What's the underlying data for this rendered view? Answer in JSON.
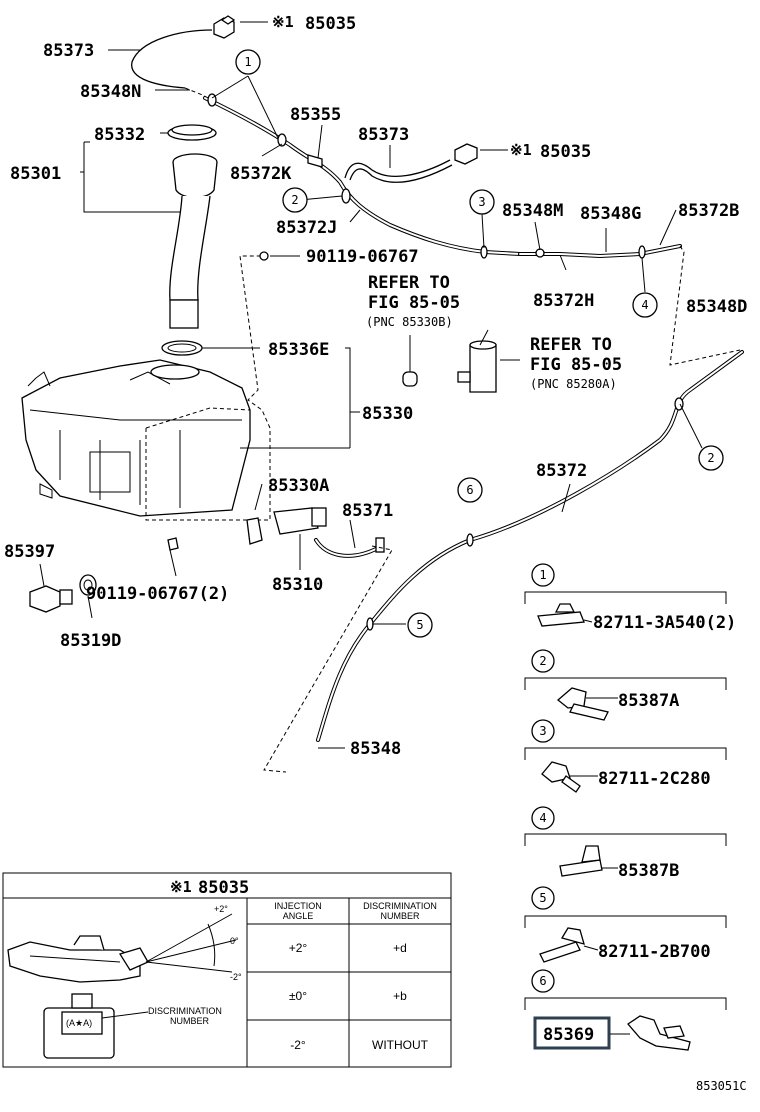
{
  "labels": {
    "p85035_top": "85035",
    "p85035_right": "85035",
    "mark_top": "※1",
    "mark_right": "※1",
    "p85373_top": "85373",
    "p85348N": "85348N",
    "p85355": "85355",
    "p85373_mid": "85373",
    "p85332": "85332",
    "p85301": "85301",
    "p85372K": "85372K",
    "p85372J": "85372J",
    "p85348M": "85348M",
    "p85348G": "85348G",
    "p85372B": "85372B",
    "p90119_top": "90119-06767",
    "p85372H": "85372H",
    "p85348D": "85348D",
    "refer1_line1": "REFER TO",
    "refer1_line2": "FIG 85-05",
    "refer1_line3": "(PNC 85330B)",
    "refer2_line1": "REFER TO",
    "refer2_line2": "FIG 85-05",
    "refer2_line3": "(PNC 85280A)",
    "p85336E": "85336E",
    "p85330": "85330",
    "p85372": "85372",
    "p85330A": "85330A",
    "p85371": "85371",
    "p85397": "85397",
    "p85310": "85310",
    "p90119_bottom": "90119-06767(2)",
    "p85319D": "85319D",
    "p85348": "85348",
    "diagram_code": "853051C"
  },
  "callouts": [
    "1",
    "2",
    "3",
    "4",
    "5",
    "6"
  ],
  "legend": [
    {
      "num": "1",
      "part": "82711-3A540(2)"
    },
    {
      "num": "2",
      "part": "85387A"
    },
    {
      "num": "3",
      "part": "82711-2C280"
    },
    {
      "num": "4",
      "part": "85387B"
    },
    {
      "num": "5",
      "part": "82711-2B700"
    },
    {
      "num": "6",
      "part": "85369"
    }
  ],
  "inset": {
    "title_mark": "※1",
    "title_part": "85035",
    "angle_plus": "+2°",
    "angle_zero": "0°",
    "angle_minus": "-2°",
    "discrimination_label_line1": "DISCRIMINATION",
    "discrimination_label_line2": "NUMBER",
    "stamp": "(A★A)",
    "table": {
      "headers": [
        "INJECTION ANGLE",
        "DISCRIMINATION NUMBER"
      ],
      "header_lines": [
        [
          "INJECTION",
          "ANGLE"
        ],
        [
          "DISCRIMINATION",
          "NUMBER"
        ]
      ],
      "rows": [
        [
          "+2°",
          "+d"
        ],
        [
          "±0°",
          "+b"
        ],
        [
          "-2°",
          "WITHOUT"
        ]
      ]
    }
  },
  "highlight_color": "#2e3f4f"
}
